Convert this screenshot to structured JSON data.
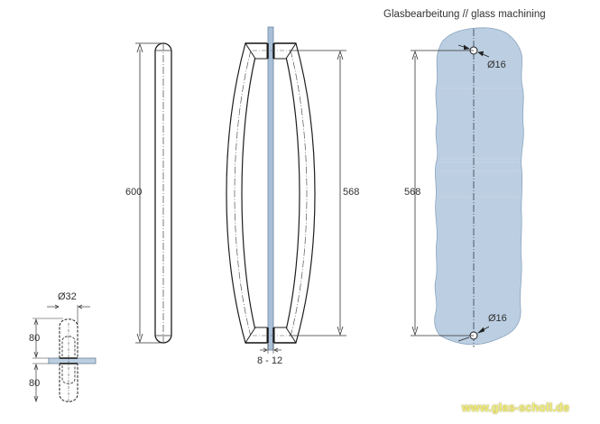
{
  "title": "Glasbearbeitung // glass machining",
  "watermark": "www.glas-scholl.de",
  "colors": {
    "glass_fill": "#bccfe2",
    "glass_edge": "#8aa3bd",
    "line": "#1e1e1e",
    "watermark": "#f1ee7a"
  },
  "views": {
    "side_view": {
      "height_dim": "600"
    },
    "front_view": {
      "height_dim": "568",
      "glass_thickness_dim": "8 - 12"
    },
    "glass_machining": {
      "height_dim": "568",
      "top_hole_dim": "Ø16",
      "bottom_hole_dim": "Ø16"
    },
    "cross_section": {
      "diameter_dim": "Ø32",
      "upper_dim": "80",
      "lower_dim": "80"
    }
  }
}
